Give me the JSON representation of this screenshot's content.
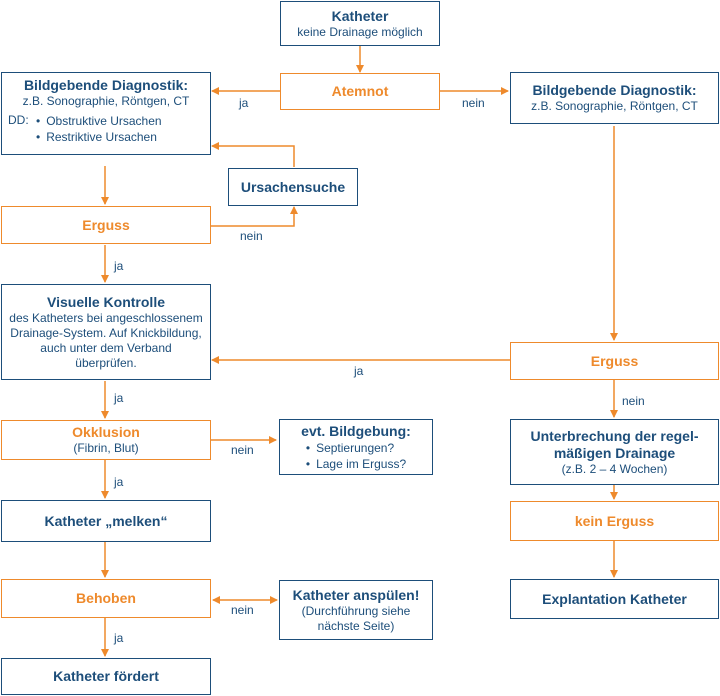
{
  "colors": {
    "blue": "#1d4e7a",
    "orange": "#ee8a2c"
  },
  "boxes": {
    "katheter": {
      "title": "Katheter",
      "sub": "keine Drainage möglich"
    },
    "atemnot": {
      "title": "Atemnot"
    },
    "bild_left": {
      "title": "Bildgebende Diagnostik:",
      "sub": "z.B. Sonographie, Röntgen, CT",
      "dd_label": "DD:",
      "items": [
        "Obstruktive Ursachen",
        "Restriktive Ursachen"
      ]
    },
    "bild_right": {
      "title": "Bildgebende Diagnostik:",
      "sub": "z.B. Sonographie, Röntgen, CT"
    },
    "ursachensuche": {
      "title": "Ursachensuche"
    },
    "erguss_left": {
      "title": "Erguss"
    },
    "visuelle": {
      "title": "Visuelle Kontrolle",
      "sub": "des Katheters bei angeschlossenem Drainage-System. Auf Knickbildung, auch unter dem Verband überprüfen."
    },
    "erguss_right": {
      "title": "Erguss"
    },
    "okklusion": {
      "title": "Okklusion",
      "sub": "(Fibrin, Blut)"
    },
    "bildgebung": {
      "title": "evt. Bildgebung:",
      "items": [
        "Septierungen?",
        "Lage im Erguss?"
      ]
    },
    "unterbrechung": {
      "title": "Unterbrechung der regel-mäßigen Drainage",
      "sub": "(z.B. 2 – 4 Wochen)"
    },
    "melken": {
      "title": "Katheter „melken“"
    },
    "kein_erguss": {
      "title": "kein Erguss"
    },
    "behoben": {
      "title": "Behoben"
    },
    "anspuelen": {
      "title": "Katheter anspülen!",
      "sub": "(Durchführung siehe nächste Seite)"
    },
    "explantation": {
      "title": "Explantation Katheter"
    },
    "foerdert": {
      "title": "Katheter fördert"
    }
  },
  "labels": {
    "ja_atemnot": "ja",
    "nein_atemnot": "nein",
    "nein_erguss_left": "nein",
    "ja_erguss_left": "ja",
    "ja_erguss_right": "ja",
    "nein_erguss_right": "nein",
    "ja_visuelle": "ja",
    "nein_okklusion": "nein",
    "ja_okklusion": "ja",
    "nein_behoben": "nein",
    "ja_behoben": "ja"
  }
}
